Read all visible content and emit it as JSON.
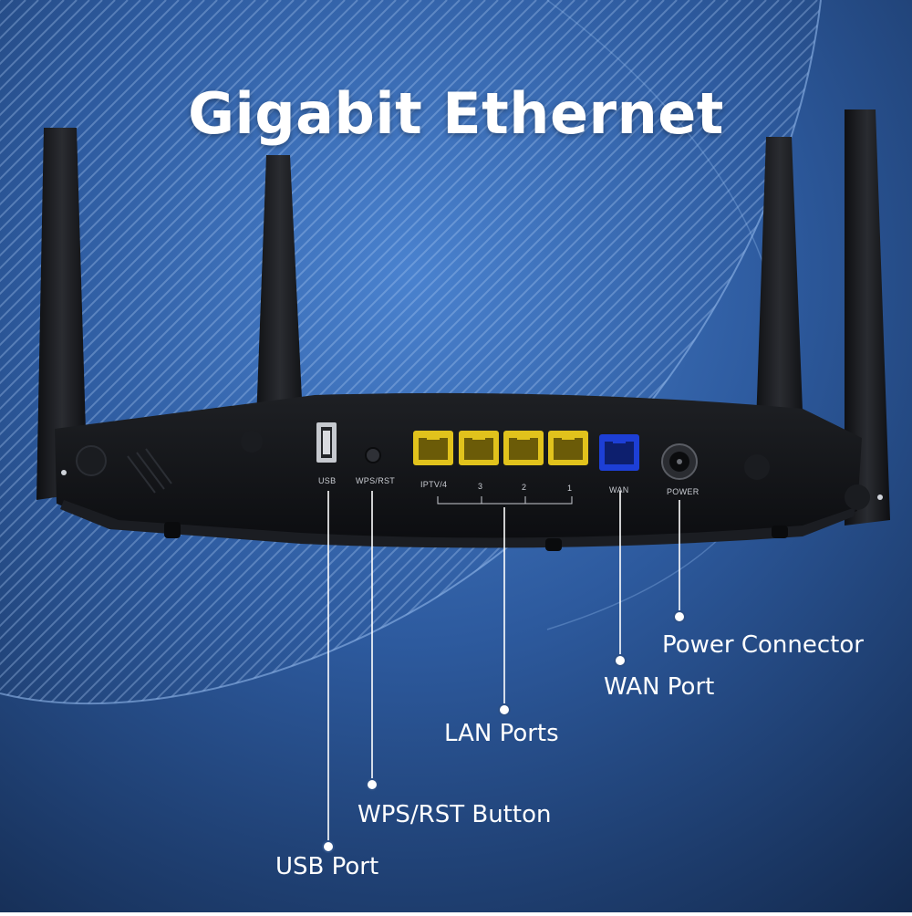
{
  "headline": "Gigabit Ethernet",
  "port_labels": {
    "usb": "USB",
    "wps": "WPS/RST",
    "iptv": "IPTV/4",
    "lan3": "3",
    "lan2": "2",
    "lan1": "1",
    "wan": "WAN",
    "power": "POWER"
  },
  "callouts": {
    "power": "Power Connector",
    "wan": "WAN Port",
    "lan": "LAN Ports",
    "wps": "WPS/RST Button",
    "usb": "USB Port"
  },
  "colors": {
    "background_top": "#3a6db8",
    "background_bottom": "#16345f",
    "router_body": "#141518",
    "lan_port": "#e1c21c",
    "wan_port": "#1d3fd6",
    "callout_line": "#ffffff"
  }
}
